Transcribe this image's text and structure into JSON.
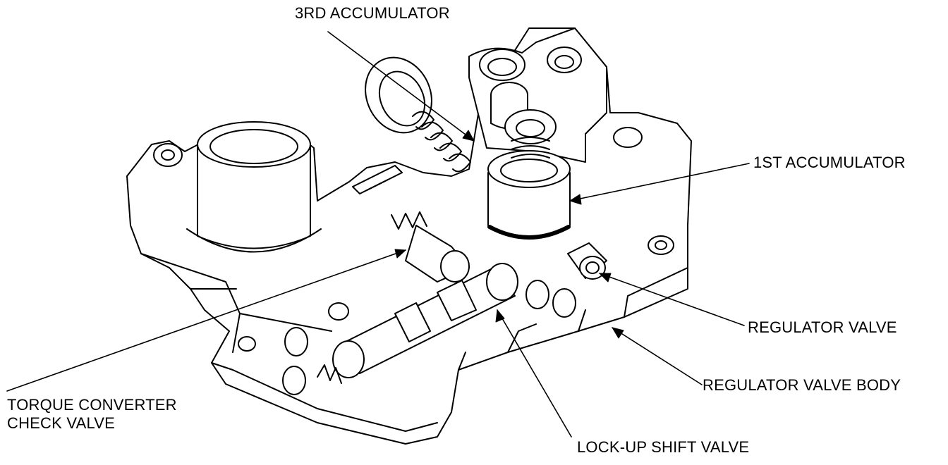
{
  "labels": {
    "third_accumulator": "3RD ACCUMULATOR",
    "first_accumulator": "1ST ACCUMULATOR",
    "regulator_valve": "REGULATOR VALVE",
    "regulator_valve_body": "REGULATOR VALVE BODY",
    "torque_converter_line1": "TORQUE CONVERTER",
    "torque_converter_line2": "CHECK VALVE",
    "lockup_shift_valve": "LOCK-UP SHIFT VALVE"
  },
  "colors": {
    "stroke": "#000000",
    "fill": "#ffffff"
  }
}
